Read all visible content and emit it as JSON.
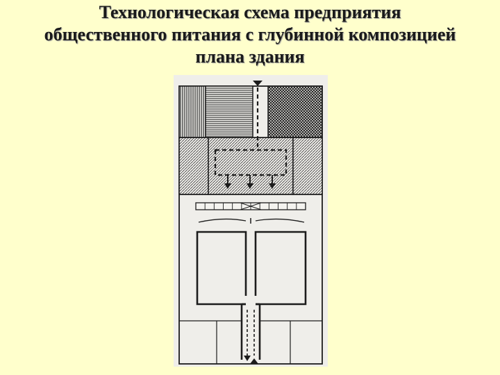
{
  "slide": {
    "title_lines": [
      "Технологическая схема предприятия",
      "общественного питания с глубинной композицией",
      "плана здания"
    ]
  },
  "diagram": {
    "colors": {
      "paper": "#efeeea",
      "line": "#1c1c1c",
      "hatch": "#2a2a2a"
    },
    "legend_cell_count": 12,
    "lower_cell_count": 4
  }
}
